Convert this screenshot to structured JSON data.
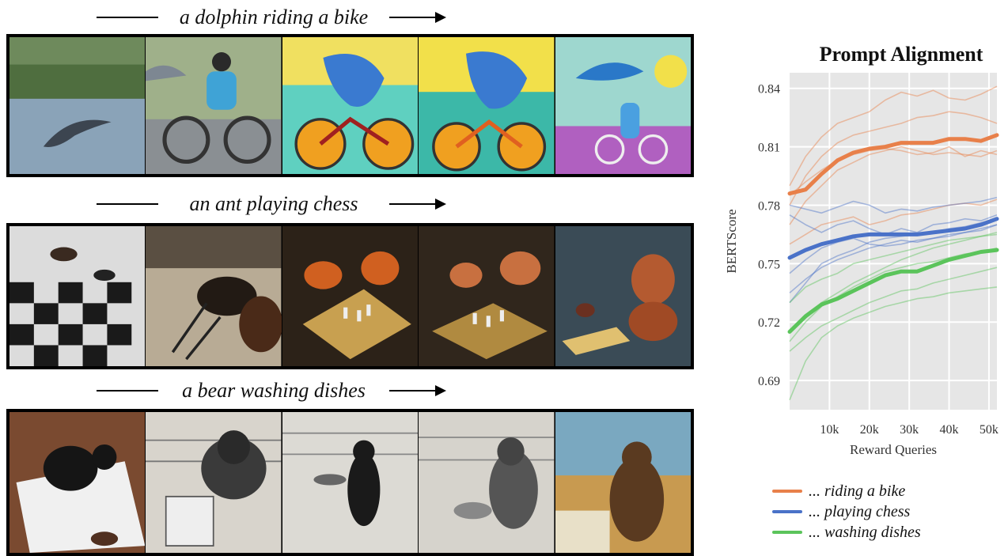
{
  "prompts": [
    {
      "caption": "a dolphin riding a bike"
    },
    {
      "caption": "an ant playing chess"
    },
    {
      "caption": "a bear washing dishes"
    }
  ],
  "chart_data": {
    "type": "line",
    "title": "Prompt Alignment",
    "xlabel": "Reward Queries",
    "ylabel": "BERTScore",
    "xlim": [
      0,
      52000
    ],
    "ylim": [
      0.675,
      0.848
    ],
    "xticks": [
      10000,
      20000,
      30000,
      40000,
      50000
    ],
    "xtick_labels": [
      "10k",
      "20k",
      "30k",
      "40k",
      "50k"
    ],
    "yticks": [
      0.69,
      0.72,
      0.75,
      0.78,
      0.81,
      0.84
    ],
    "ytick_labels": [
      "0.69",
      "0.72",
      "0.75",
      "0.78",
      "0.81",
      "0.84"
    ],
    "grid": true,
    "legend_position": "bottom",
    "x": [
      0,
      4000,
      8000,
      12000,
      16000,
      20000,
      24000,
      28000,
      32000,
      36000,
      40000,
      44000,
      48000,
      52000
    ],
    "series": [
      {
        "name": "... riding a bike",
        "color": "#e8804a",
        "values": [
          0.786,
          0.788,
          0.796,
          0.803,
          0.807,
          0.809,
          0.81,
          0.812,
          0.812,
          0.812,
          0.814,
          0.814,
          0.813,
          0.816
        ],
        "runs": [
          [
            0.79,
            0.805,
            0.815,
            0.822,
            0.825,
            0.828,
            0.834,
            0.838,
            0.836,
            0.839,
            0.835,
            0.834,
            0.837,
            0.841
          ],
          [
            0.78,
            0.795,
            0.805,
            0.812,
            0.816,
            0.818,
            0.82,
            0.822,
            0.825,
            0.826,
            0.828,
            0.827,
            0.825,
            0.822
          ],
          [
            0.77,
            0.782,
            0.79,
            0.798,
            0.802,
            0.806,
            0.808,
            0.81,
            0.808,
            0.806,
            0.807,
            0.806,
            0.805,
            0.808
          ],
          [
            0.76,
            0.765,
            0.77,
            0.772,
            0.774,
            0.77,
            0.772,
            0.775,
            0.776,
            0.778,
            0.78,
            0.781,
            0.78,
            0.783
          ],
          [
            0.785,
            0.792,
            0.798,
            0.803,
            0.806,
            0.808,
            0.809,
            0.808,
            0.806,
            0.807,
            0.81,
            0.805,
            0.808,
            0.806
          ]
        ]
      },
      {
        "name": "... playing chess",
        "color": "#4a72c8",
        "values": [
          0.753,
          0.757,
          0.76,
          0.762,
          0.764,
          0.765,
          0.765,
          0.765,
          0.765,
          0.766,
          0.767,
          0.768,
          0.77,
          0.773
        ],
        "runs": [
          [
            0.78,
            0.778,
            0.776,
            0.779,
            0.782,
            0.78,
            0.776,
            0.778,
            0.777,
            0.779,
            0.78,
            0.781,
            0.782,
            0.784
          ],
          [
            0.775,
            0.77,
            0.766,
            0.77,
            0.772,
            0.768,
            0.765,
            0.768,
            0.766,
            0.77,
            0.771,
            0.773,
            0.772,
            0.775
          ],
          [
            0.745,
            0.752,
            0.758,
            0.761,
            0.763,
            0.76,
            0.759,
            0.76,
            0.762,
            0.763,
            0.764,
            0.766,
            0.768,
            0.77
          ],
          [
            0.735,
            0.742,
            0.748,
            0.752,
            0.755,
            0.758,
            0.76,
            0.762,
            0.761,
            0.763,
            0.765,
            0.766,
            0.767,
            0.77
          ],
          [
            0.73,
            0.74,
            0.75,
            0.754,
            0.757,
            0.761,
            0.763,
            0.764,
            0.765,
            0.766,
            0.768,
            0.769,
            0.771,
            0.773
          ]
        ]
      },
      {
        "name": "... washing dishes",
        "color": "#5bc45b",
        "values": [
          0.715,
          0.723,
          0.729,
          0.732,
          0.736,
          0.74,
          0.744,
          0.746,
          0.746,
          0.749,
          0.752,
          0.754,
          0.756,
          0.757
        ],
        "runs": [
          [
            0.73,
            0.738,
            0.742,
            0.745,
            0.75,
            0.752,
            0.754,
            0.756,
            0.758,
            0.76,
            0.762,
            0.763,
            0.764,
            0.765
          ],
          [
            0.71,
            0.72,
            0.728,
            0.733,
            0.738,
            0.742,
            0.746,
            0.748,
            0.75,
            0.751,
            0.753,
            0.755,
            0.756,
            0.758
          ],
          [
            0.705,
            0.712,
            0.718,
            0.722,
            0.726,
            0.73,
            0.733,
            0.736,
            0.737,
            0.74,
            0.742,
            0.744,
            0.746,
            0.748
          ],
          [
            0.68,
            0.7,
            0.712,
            0.718,
            0.722,
            0.725,
            0.728,
            0.73,
            0.732,
            0.733,
            0.735,
            0.736,
            0.737,
            0.738
          ],
          [
            0.715,
            0.722,
            0.73,
            0.735,
            0.74,
            0.744,
            0.748,
            0.752,
            0.755,
            0.758,
            0.76,
            0.762,
            0.764,
            0.766
          ]
        ]
      }
    ]
  }
}
